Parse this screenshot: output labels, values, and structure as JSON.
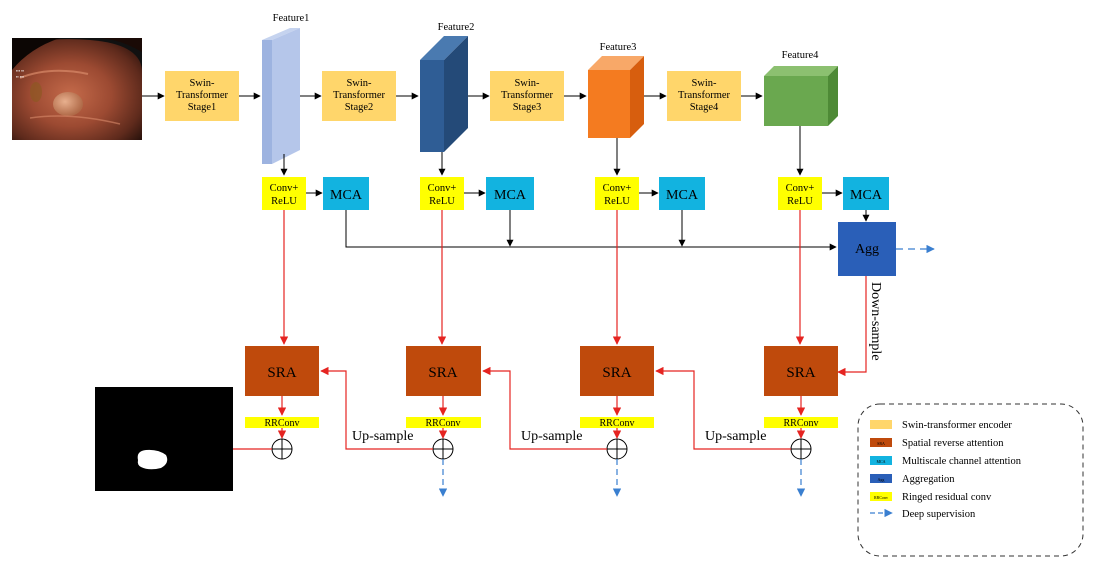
{
  "features": [
    "Feature1",
    "Feature2",
    "Feature3",
    "Feature4"
  ],
  "stages": [
    [
      "Swin-",
      "Transformer",
      "Stage1"
    ],
    [
      "Swin-",
      "Transformer",
      "Stage2"
    ],
    [
      "Swin-",
      "Transformer",
      "Stage3"
    ],
    [
      "Swin-",
      "Transformer",
      "Stage4"
    ]
  ],
  "conv_label": [
    "Conv+",
    "ReLU"
  ],
  "mca_label": "MCA",
  "agg_label": "Agg",
  "sra_label": "SRA",
  "rrconv_label": "RRConv",
  "upsample_label": "Up-sample",
  "downsample_label": "Down-sample",
  "legend": {
    "items": [
      {
        "swatch": "",
        "text": "Swin-transformer encoder"
      },
      {
        "swatch": "SRA",
        "text": "Spatial reverse attention"
      },
      {
        "swatch": "MCA",
        "text": "Multiscale channel attention"
      },
      {
        "swatch": "Agg",
        "text": "Aggregation"
      },
      {
        "swatch": "RRConv",
        "text": "Ringed residual conv"
      },
      {
        "swatch": "",
        "text": "Deep supervision"
      }
    ]
  },
  "colors": {
    "stage": "#ffd66b",
    "conv": "#ffff00",
    "mca": "#12b3e0",
    "agg": "#2a5fb8",
    "sra": "#bf4a0c",
    "red_line": "#e52421",
    "blue_dash": "#3a7fd0",
    "feature1": "#9db3e0",
    "feature2": "#2f5d95",
    "feature3": "#f47b20",
    "feature4": "#6aa84f"
  },
  "icons": {
    "input": "endoscopy-image",
    "output": "segmentation-mask",
    "sum": "circle-plus-icon"
  }
}
